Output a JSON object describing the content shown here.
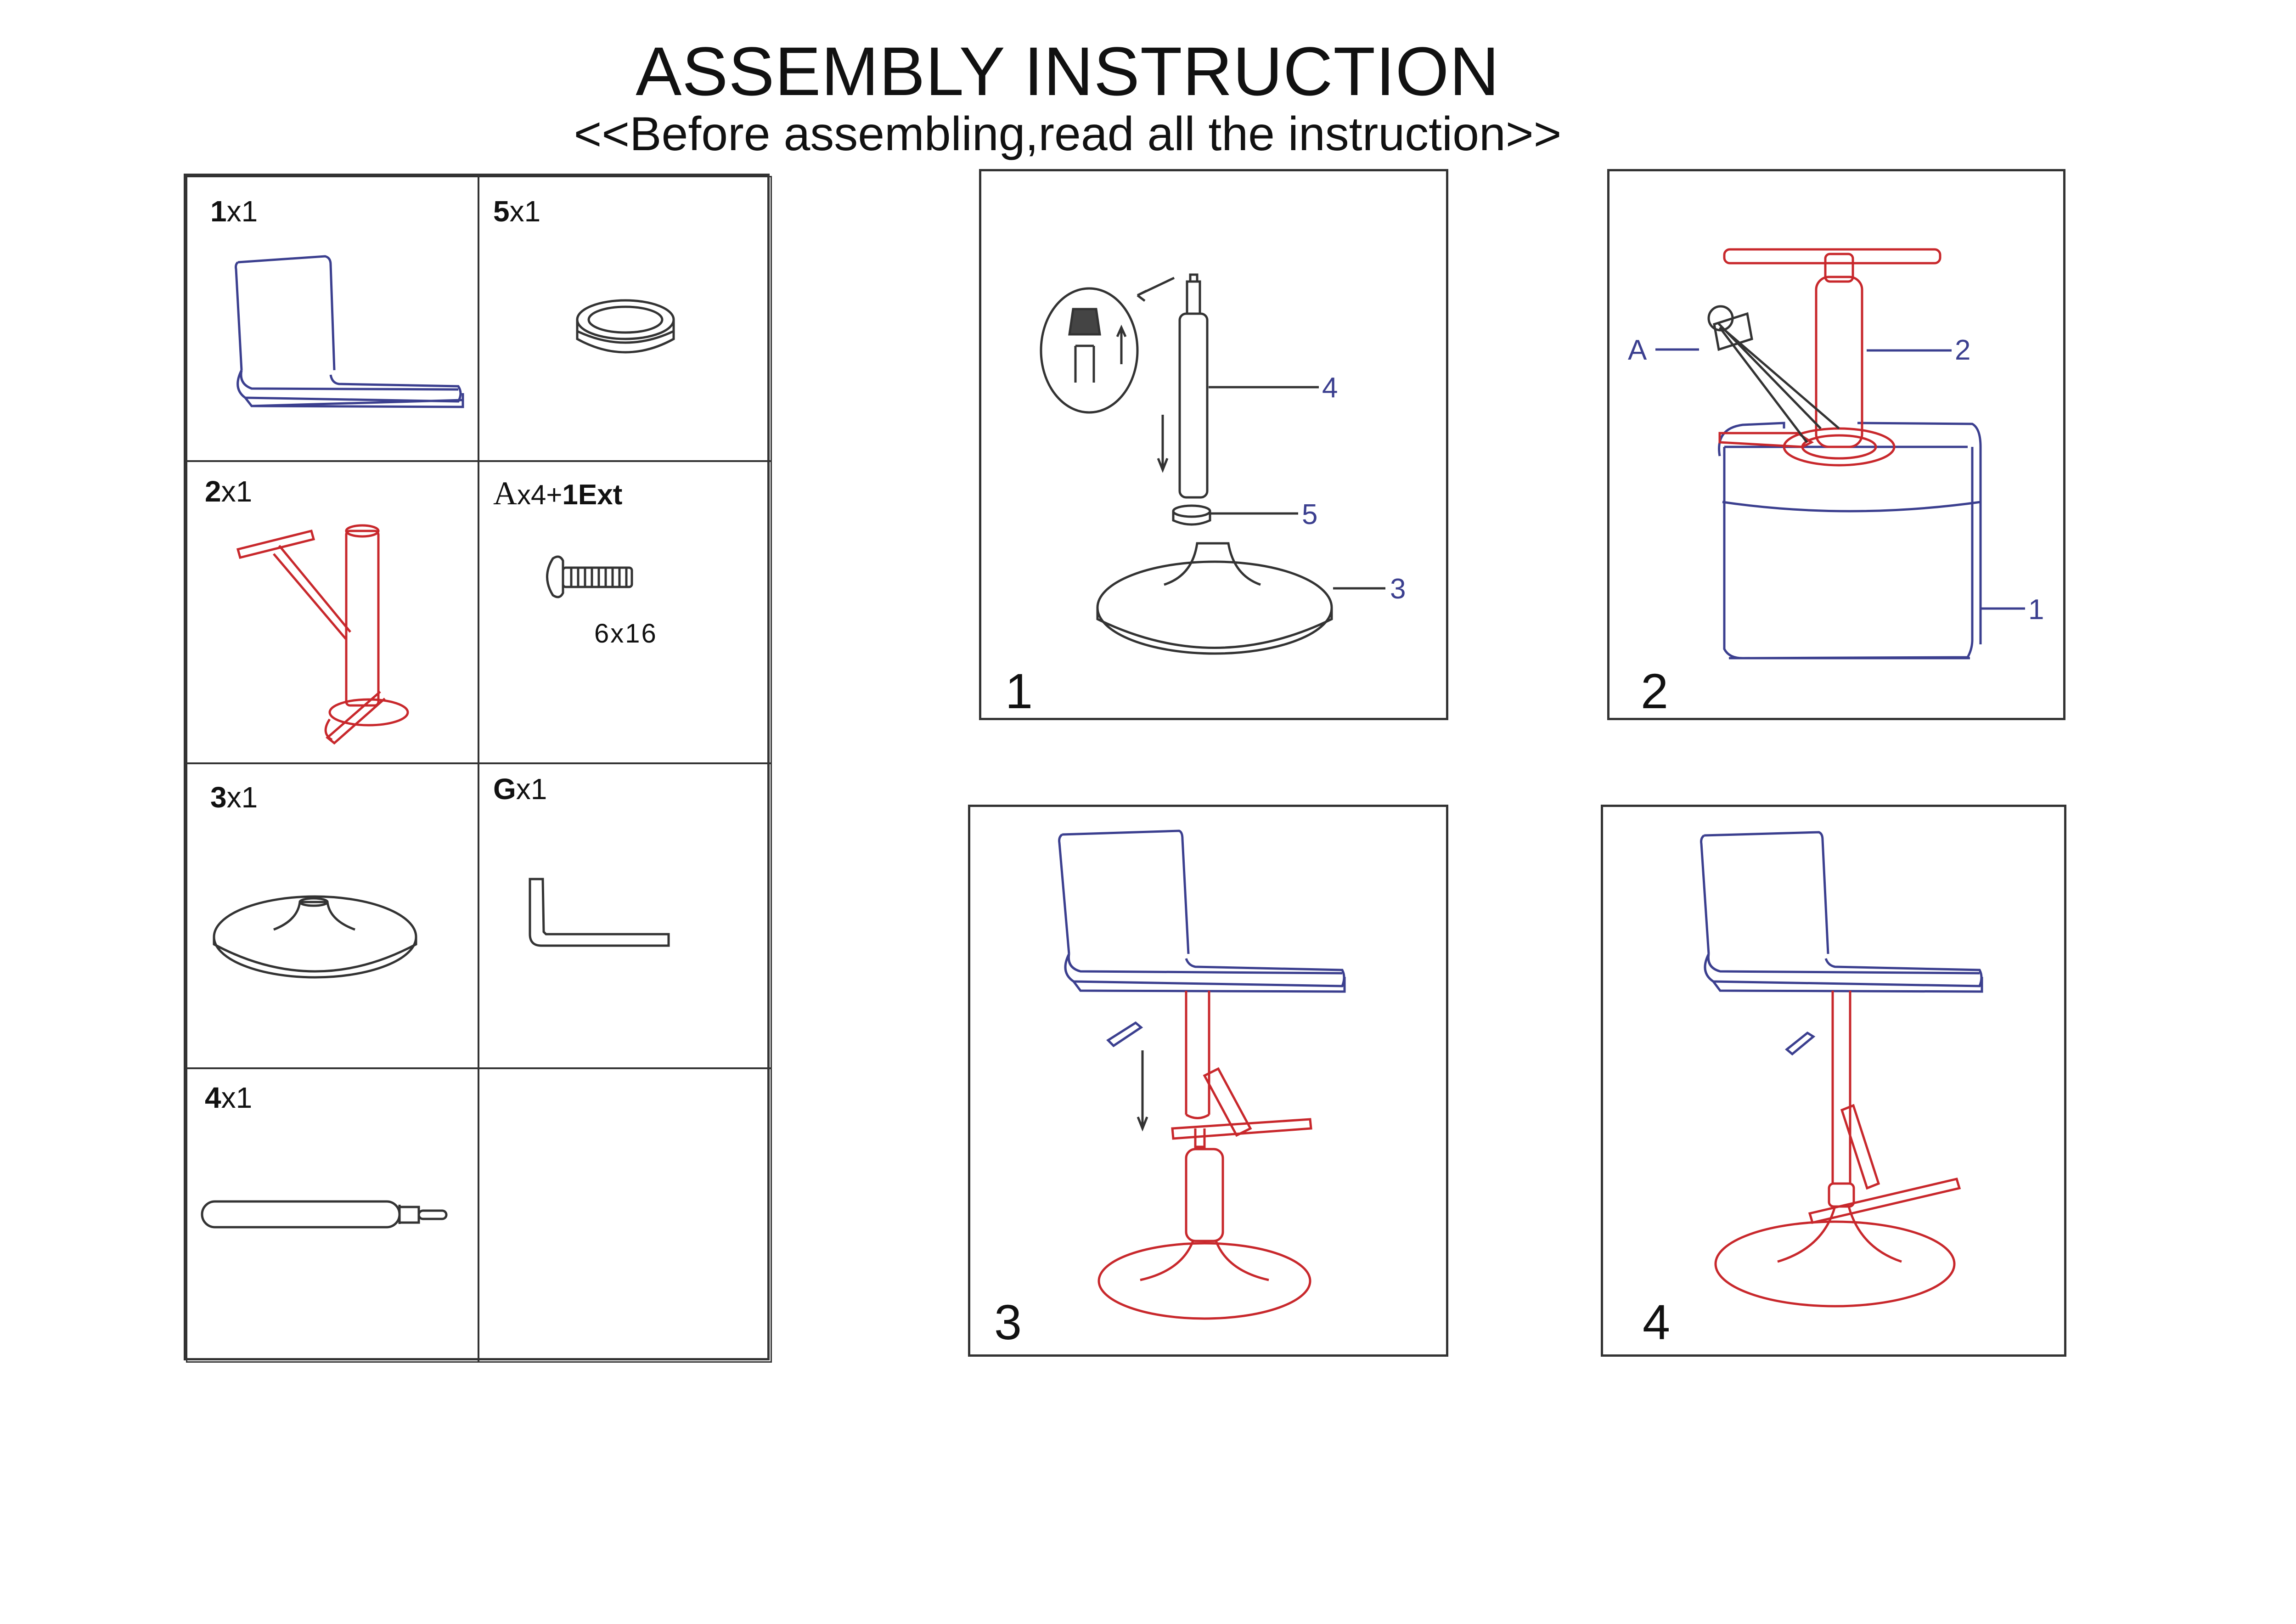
{
  "header": {
    "title": "ASSEMBLY INSTRUCTION",
    "subtitle": "<<Before assembling,read all the instruction>>"
  },
  "parts": [
    {
      "number": "1",
      "quantity": "x1",
      "icon": "seat-icon"
    },
    {
      "number": "5",
      "quantity": "x1",
      "icon": "ring-icon"
    },
    {
      "number": "2",
      "quantity": "x1",
      "icon": "lift-mechanism-icon"
    },
    {
      "number": "A",
      "quantity": "x4+",
      "extra": "1Ext",
      "size": "6x16",
      "icon": "bolt-icon"
    },
    {
      "number": "3",
      "quantity": "x1",
      "icon": "base-icon"
    },
    {
      "number": "G",
      "quantity": "x1",
      "icon": "allen-key-icon"
    },
    {
      "number": "4",
      "quantity": "x1",
      "icon": "gas-cylinder-icon"
    }
  ],
  "steps": [
    {
      "number": "1",
      "callouts": [
        "4",
        "5",
        "3"
      ]
    },
    {
      "number": "2",
      "callouts": [
        "A",
        "2",
        "1"
      ]
    },
    {
      "number": "3"
    },
    {
      "number": "4"
    }
  ],
  "colors": {
    "outline": "#3b3f8f",
    "highlight": "#c8282c",
    "border": "#333333"
  }
}
